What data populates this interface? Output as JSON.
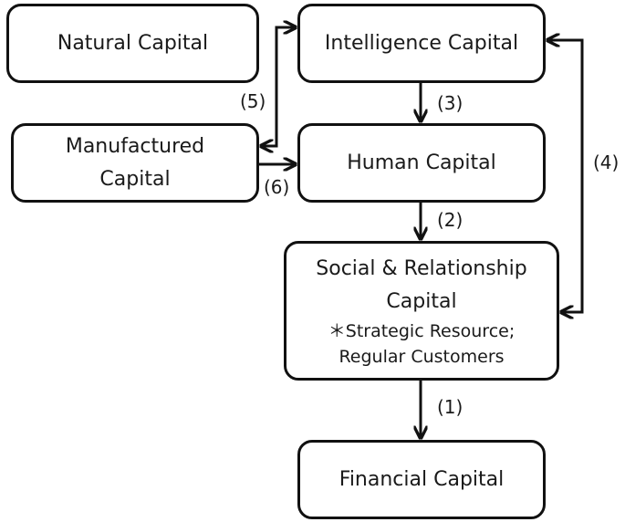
{
  "nodes": {
    "natural": {
      "label": "Natural Capital"
    },
    "intelligence": {
      "label": "Intelligence Capital"
    },
    "manufactured": {
      "label_line1": "Manufactured",
      "label_line2": "Capital"
    },
    "human": {
      "label": "Human Capital"
    },
    "social": {
      "label_line1": "Social & Relationship",
      "label_line2": "Capital",
      "note_line1": "＊Strategic Resource;",
      "note_line2": "Regular Customers"
    },
    "financial": {
      "label": "Financial Capital"
    }
  },
  "edges": {
    "e1": {
      "label": "(1)",
      "from": "social",
      "to": "financial"
    },
    "e2": {
      "label": "(2)",
      "from": "human",
      "to": "social"
    },
    "e3": {
      "label": "(3)",
      "from": "intelligence",
      "to": "human"
    },
    "e4": {
      "label": "(4)",
      "from": "social",
      "to": "intelligence"
    },
    "e5": {
      "label": "(5)",
      "from": "manufactured",
      "to": "intelligence"
    },
    "e6": {
      "label": "(6)",
      "from": "manufactured",
      "to": "human"
    }
  },
  "colors": {
    "stroke": "#111111",
    "background": "#ffffff"
  }
}
